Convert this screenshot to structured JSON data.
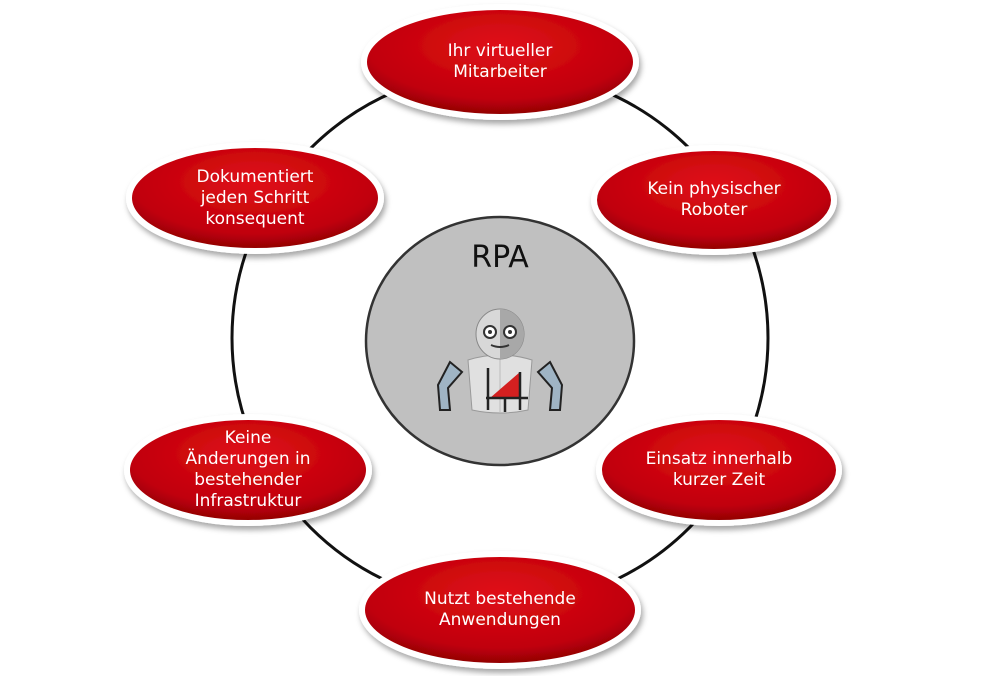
{
  "center": {
    "title": "RPA",
    "icon": "robot-icon"
  },
  "nodes": [
    {
      "label": "Ihr virtueller\nMitarbeiter"
    },
    {
      "label": "Kein physischer\nRoboter"
    },
    {
      "label": "Einsatz innerhalb\nkurzer Zeit"
    },
    {
      "label": "Nutzt bestehende\nAnwendungen"
    },
    {
      "label": "Keine\nÄnderungen in\nbestehender\nInfrastruktur"
    },
    {
      "label": "Dokumentiert\njeden Schritt\nkonsequent"
    }
  ],
  "colors": {
    "node": "#c8000a",
    "center": "#c0c0c0",
    "ring": "#111111"
  }
}
